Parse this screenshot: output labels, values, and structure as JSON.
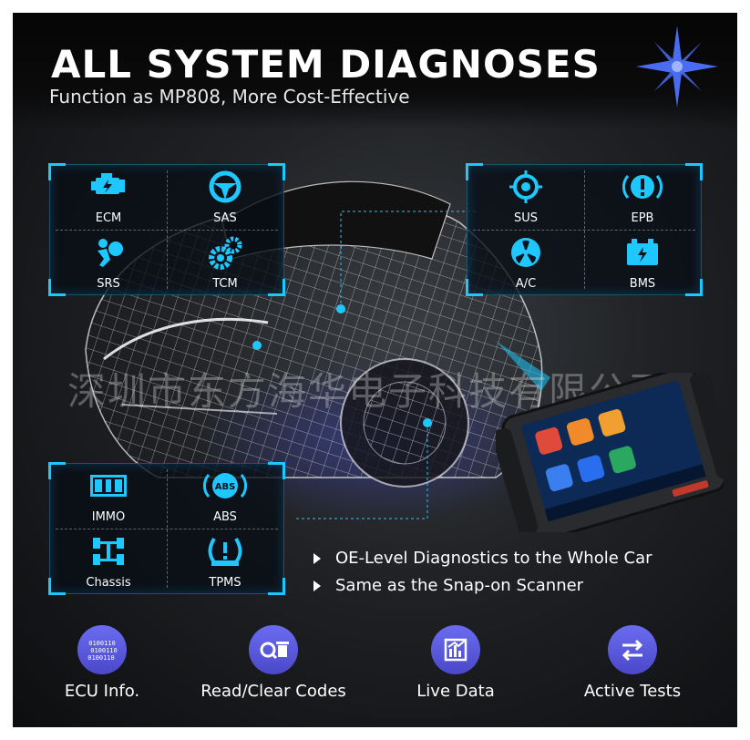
{
  "header": {
    "title": "ALL SYSTEM DIAGNOSES",
    "subtitle": "Function as MP808, More Cost-Effective"
  },
  "panels": {
    "top_left": [
      {
        "label": "ECM",
        "icon": "engine-icon"
      },
      {
        "label": "SAS",
        "icon": "steering-wheel-icon"
      },
      {
        "label": "SRS",
        "icon": "airbag-icon"
      },
      {
        "label": "TCM",
        "icon": "gears-icon"
      }
    ],
    "top_right": [
      {
        "label": "SUS",
        "icon": "suspension-icon"
      },
      {
        "label": "EPB",
        "icon": "parking-brake-icon"
      },
      {
        "label": "A/C",
        "icon": "fan-icon"
      },
      {
        "label": "BMS",
        "icon": "battery-icon"
      }
    ],
    "bottom_left": [
      {
        "label": "IMMO",
        "icon": "immobilizer-icon"
      },
      {
        "label": "ABS",
        "icon": "abs-icon"
      },
      {
        "label": "Chassis",
        "icon": "chassis-icon"
      },
      {
        "label": "TPMS",
        "icon": "tire-pressure-icon"
      }
    ]
  },
  "bullets": [
    "OE-Level Diagnostics to the Whole Car",
    "Same as the Snap-on Scanner"
  ],
  "features": [
    {
      "label": "ECU Info.",
      "icon": "binary-icon"
    },
    {
      "label": "Read/Clear Codes",
      "icon": "search-trash-icon"
    },
    {
      "label": "Live Data",
      "icon": "chart-icon"
    },
    {
      "label": "Active Tests",
      "icon": "swap-arrows-icon"
    }
  ],
  "watermark": "深圳市东方海华电子科技有限公司",
  "binary_text": [
    "0100110",
    "0100110",
    "0100110"
  ],
  "colors": {
    "accent": "#1ec8ff",
    "feature_circle": "#5a5ce0"
  }
}
